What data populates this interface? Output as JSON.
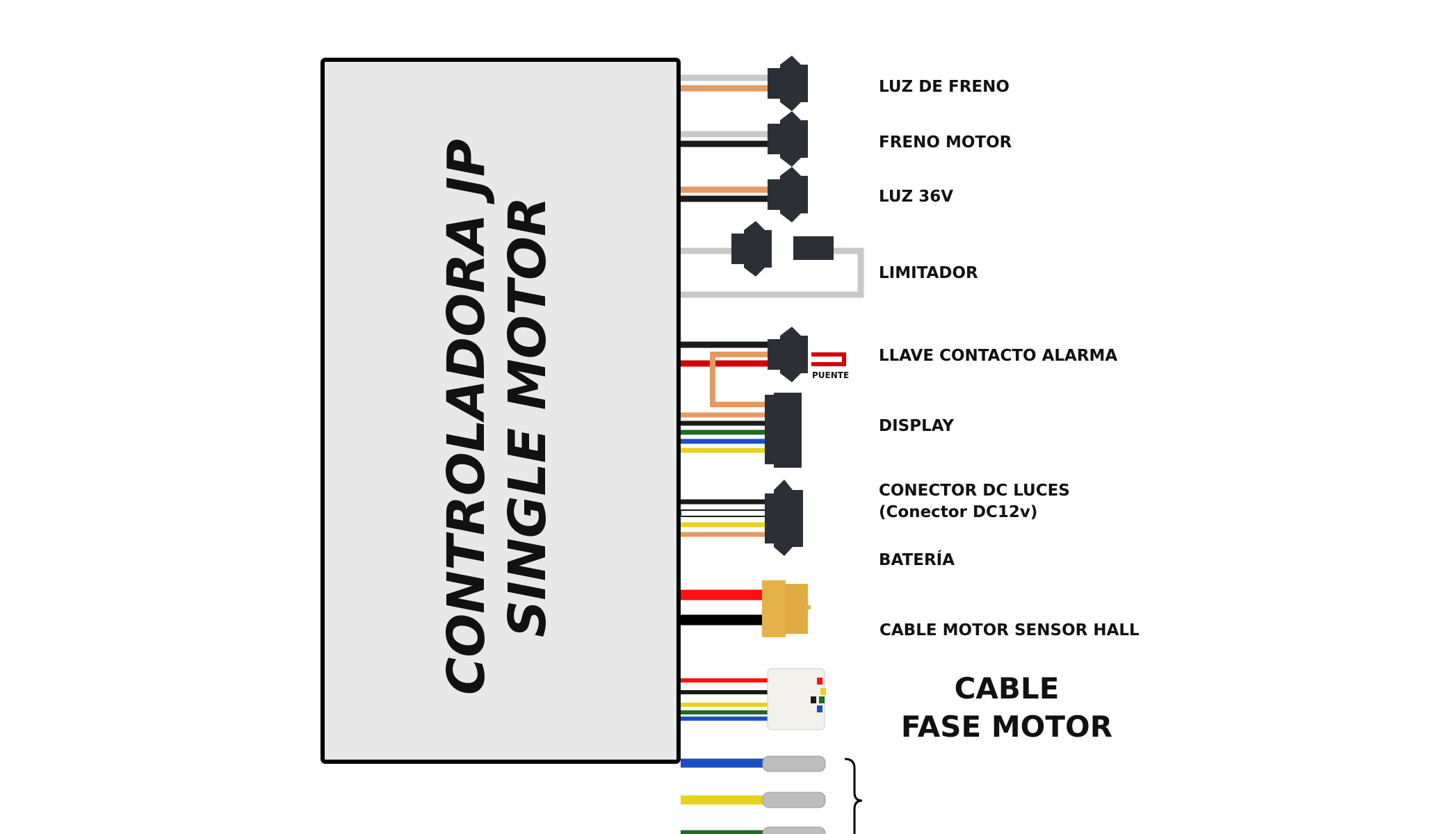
{
  "controller": {
    "title_line1": "CONTROLADORA JP",
    "title_line2": "SINGLE MOTOR"
  },
  "labels": {
    "luz_freno": "LUZ DE FRENO",
    "freno_motor": "FRENO MOTOR",
    "luz_36v": "LUZ 36V",
    "limitador": "LIMITADOR",
    "llave": "LLAVE CONTACTO ALARMA",
    "puente": "PUENTE",
    "display": "DISPLAY",
    "dc_luces_1": "CONECTOR DC LUCES",
    "dc_luces_2": "(Conector DC12v)",
    "bateria": "BATERÍA",
    "hall": "CABLE MOTOR SENSOR HALL",
    "fase_1": "CABLE",
    "fase_2": "FASE MOTOR"
  },
  "colors": {
    "gray": "#c8c8c8",
    "orange": "#e59a63",
    "black": "#1a1a1a",
    "red": "#d40000",
    "green": "#1f6b1f",
    "blue": "#1d4fc4",
    "yellow": "#e8d21a",
    "battery": "#e5b24a",
    "connector": "#2c3036",
    "box": "#e8e8e8"
  }
}
